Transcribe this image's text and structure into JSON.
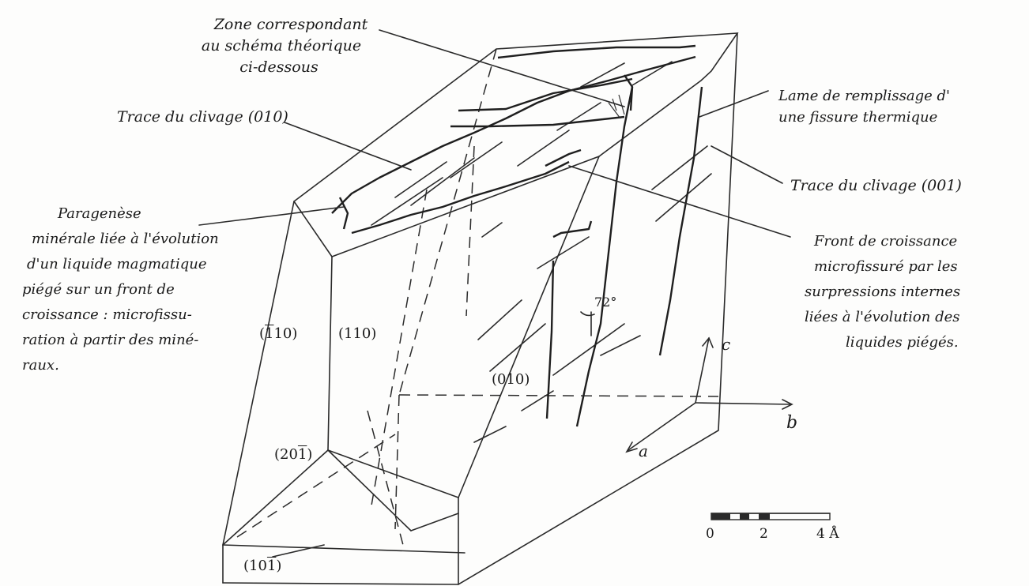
{
  "annotations": {
    "zone": [
      "Zone correspondant",
      "au schéma théorique",
      "ci-dessous"
    ],
    "cleavage_010": "Trace du clivage (010)",
    "paragenesis": [
      "Paragenèse",
      "minérale liée à l'évolution",
      "d'un liquide magmatique",
      "piégé sur un front de",
      "croissance : microfissu-",
      "ration à partir des miné-",
      "raux."
    ],
    "lame": [
      "Lame de remplissage d'",
      "une fissure thermique"
    ],
    "cleavage_001": "Trace du clivage (001)",
    "front": [
      "Front de croissance",
      "microfissuré par les",
      "surpressions internes",
      "liées à l'évolution des",
      "liquides piégés."
    ]
  },
  "faces": {
    "f_1b10": {
      "prefix": "(",
      "bar": "1",
      "rest": "10)"
    },
    "f_110": "(110)",
    "f_010": "(010)",
    "f_20b1": {
      "prefix": "(20",
      "bar": "1",
      "rest": ")"
    },
    "f_10b1": {
      "prefix": "(10",
      "bar": "1",
      "rest": ")"
    }
  },
  "angle": "72°",
  "axes": {
    "c": "c",
    "b": "b",
    "a": "a"
  },
  "scale": {
    "ticks": [
      "0",
      "2",
      "4"
    ],
    "unit": "Å"
  }
}
